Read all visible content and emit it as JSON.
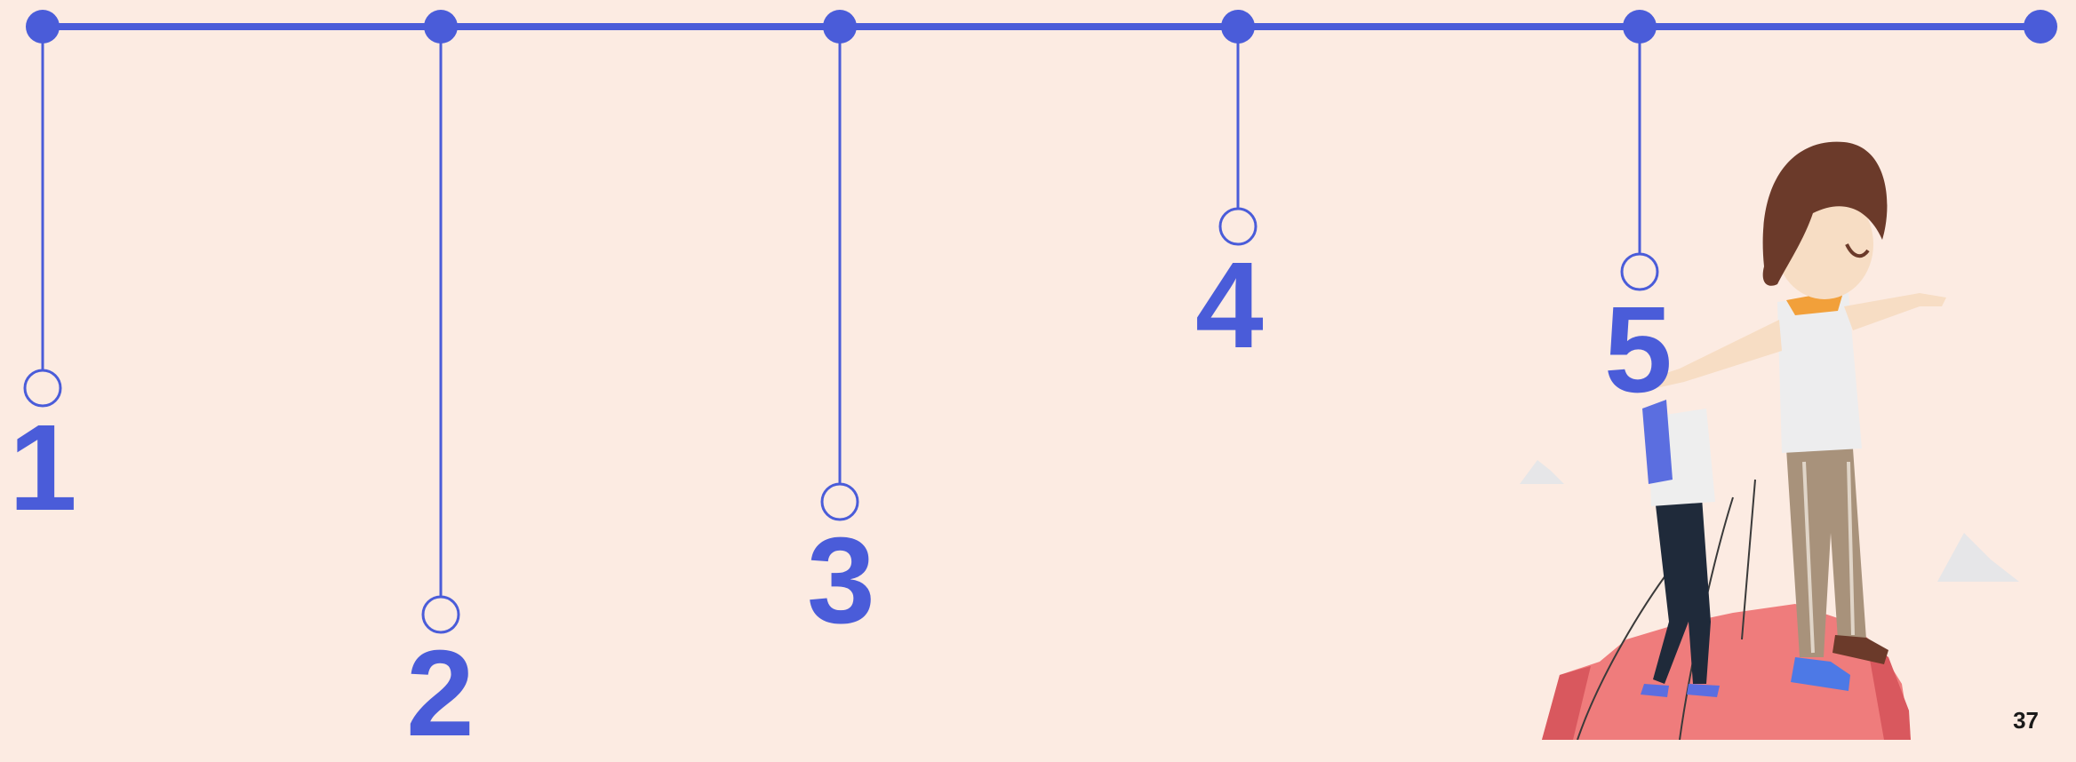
{
  "timeline": {
    "steps": [
      {
        "label": "1"
      },
      {
        "label": "2"
      },
      {
        "label": "3"
      },
      {
        "label": "4"
      },
      {
        "label": "5"
      }
    ],
    "color": "#4a5cd9"
  },
  "background_color": "#fcebe2",
  "slide_number": "37",
  "illustration": {
    "icon": "two-people-on-mountain-peak"
  }
}
